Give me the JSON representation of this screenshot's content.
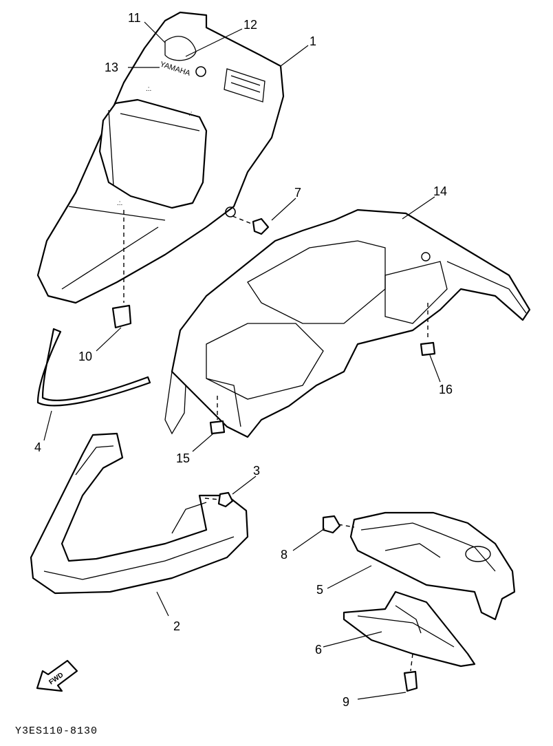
{
  "diagram_code": "Y3ES110-8130",
  "fwd_label": "FWD",
  "brand_decal": "YAMAHA",
  "callouts": [
    {
      "id": "c1",
      "label": "1"
    },
    {
      "id": "c2",
      "label": "2"
    },
    {
      "id": "c3",
      "label": "3"
    },
    {
      "id": "c4",
      "label": "4"
    },
    {
      "id": "c5",
      "label": "5"
    },
    {
      "id": "c6",
      "label": "6"
    },
    {
      "id": "c7",
      "label": "7"
    },
    {
      "id": "c8",
      "label": "8"
    },
    {
      "id": "c9",
      "label": "9"
    },
    {
      "id": "c10",
      "label": "10"
    },
    {
      "id": "c11",
      "label": "11"
    },
    {
      "id": "c12",
      "label": "12"
    },
    {
      "id": "c13",
      "label": "13"
    },
    {
      "id": "c14",
      "label": "14"
    },
    {
      "id": "c15",
      "label": "15"
    },
    {
      "id": "c16",
      "label": "16"
    }
  ]
}
